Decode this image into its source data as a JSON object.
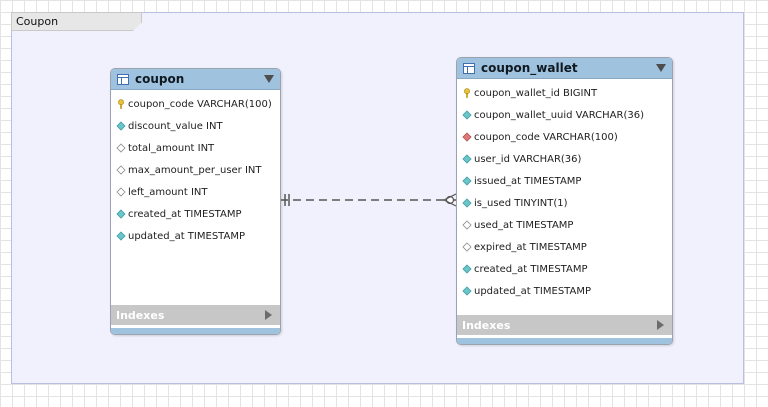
{
  "layer": {
    "label": "Coupon"
  },
  "tables": [
    {
      "name": "coupon",
      "columns": [
        {
          "label": "coupon_code VARCHAR(100)",
          "icon": "primary-key-icon"
        },
        {
          "label": "discount_value INT",
          "icon": "not-null-column-icon"
        },
        {
          "label": "total_amount INT",
          "icon": "nullable-column-icon"
        },
        {
          "label": "max_amount_per_user INT",
          "icon": "nullable-column-icon"
        },
        {
          "label": "left_amount INT",
          "icon": "nullable-column-icon"
        },
        {
          "label": "created_at TIMESTAMP",
          "icon": "not-null-column-icon"
        },
        {
          "label": "updated_at TIMESTAMP",
          "icon": "not-null-column-icon"
        }
      ],
      "indexes_label": "Indexes"
    },
    {
      "name": "coupon_wallet",
      "columns": [
        {
          "label": "coupon_wallet_id BIGINT",
          "icon": "primary-key-icon"
        },
        {
          "label": "coupon_wallet_uuid VARCHAR(36)",
          "icon": "not-null-column-icon"
        },
        {
          "label": "coupon_code VARCHAR(100)",
          "icon": "foreign-key-icon"
        },
        {
          "label": "user_id VARCHAR(36)",
          "icon": "not-null-column-icon"
        },
        {
          "label": "issued_at TIMESTAMP",
          "icon": "not-null-column-icon"
        },
        {
          "label": "is_used TINYINT(1)",
          "icon": "not-null-column-icon"
        },
        {
          "label": "used_at TIMESTAMP",
          "icon": "nullable-column-icon"
        },
        {
          "label": "expired_at TIMESTAMP",
          "icon": "nullable-column-icon"
        },
        {
          "label": "created_at TIMESTAMP",
          "icon": "not-null-column-icon"
        },
        {
          "label": "updated_at TIMESTAMP",
          "icon": "not-null-column-icon"
        }
      ],
      "indexes_label": "Indexes"
    }
  ],
  "relationships": [
    {
      "from": "coupon",
      "to": "coupon_wallet",
      "from_cardinality": "one-and-only-one",
      "to_cardinality": "zero-or-many",
      "identifying": false
    }
  ],
  "colors": {
    "layer_fill": "#f0f1fc",
    "header": "#9fc2df",
    "primary_key": "#e8c237",
    "foreign_key": "#e07a78",
    "not_null": "#6cc5c9",
    "nullable": "#ffffff",
    "relation_line": "#555555"
  }
}
